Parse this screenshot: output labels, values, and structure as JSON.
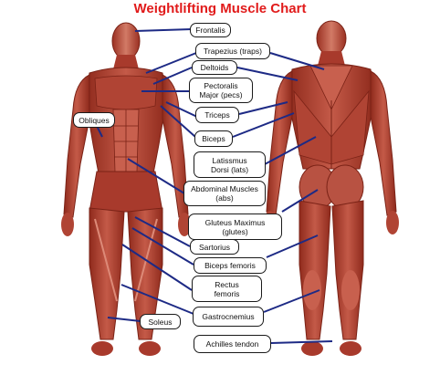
{
  "title": "Weightlifting Muscle Chart",
  "colors": {
    "title": "#e11b1b",
    "leader_line": "#1d2a85",
    "muscle_dark": "#8f2a1c",
    "muscle_mid": "#b9483a",
    "muscle_light": "#dd8a78"
  },
  "labels": {
    "frontalis": "Frontalis",
    "trapezius": "Trapezius (traps)",
    "deltoids": "Deltoids",
    "pectoralis": "Pectoralis\nMajor (pecs)",
    "triceps": "Triceps",
    "obliques": "Obliques",
    "biceps": "Biceps",
    "latissimus": "Latissmus\nDorsi (lats)",
    "abdominal": "Abdominal Muscles\n(abs)",
    "gluteus": "Gluteus Maximus\n(glutes)",
    "sartorius": "Sartorius",
    "biceps_femoris": "Biceps femoris",
    "rectus_femoris": "Rectus\nfemoris",
    "gastrocnemius": "Gastrocnemius",
    "soleus": "Soleus",
    "achilles": "Achilles tendon"
  }
}
